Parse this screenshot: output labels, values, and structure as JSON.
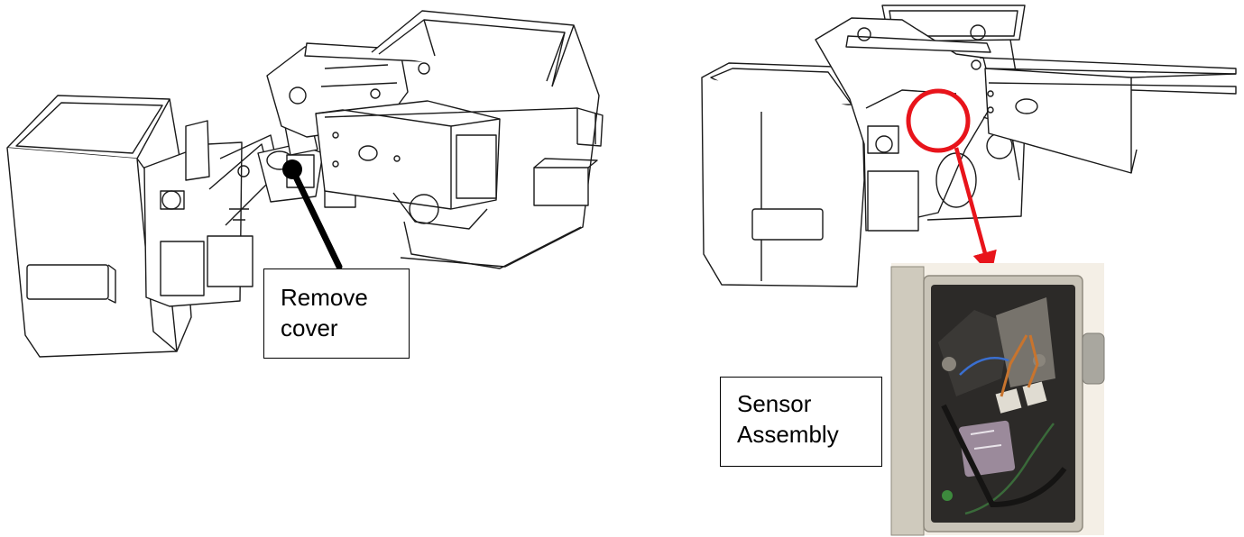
{
  "callouts": {
    "remove_cover": {
      "line1": "Remove",
      "line2": "cover"
    },
    "sensor_assembly": {
      "line1": "Sensor",
      "line2": "Assembly"
    }
  },
  "colors": {
    "highlight": "#e8141b",
    "leader": "#000000",
    "linework": "#1a1a1a",
    "enclosure": "#c9c4b8"
  },
  "figures": {
    "left": "bucket-mechanism-line-drawing",
    "right": "bucket-mechanism-line-drawing-rotated",
    "photo": "sensor-enclosure-photo"
  }
}
